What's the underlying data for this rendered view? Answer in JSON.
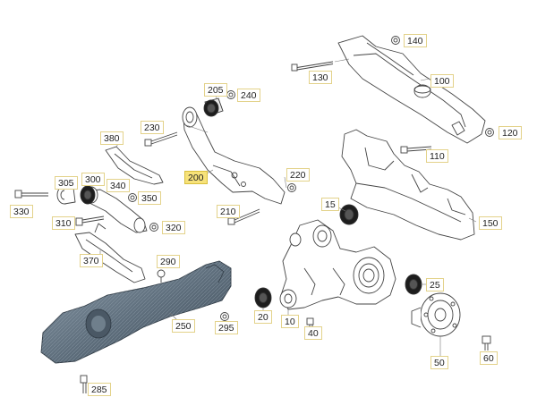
{
  "diagram": {
    "highlight_color": "#f7e27a",
    "callouts": [
      {
        "id": "c140",
        "label": "140"
      },
      {
        "id": "c130",
        "label": "130"
      },
      {
        "id": "c100",
        "label": "100"
      },
      {
        "id": "c205",
        "label": "205"
      },
      {
        "id": "c240",
        "label": "240"
      },
      {
        "id": "c230",
        "label": "230"
      },
      {
        "id": "c120",
        "label": "120"
      },
      {
        "id": "c380",
        "label": "380"
      },
      {
        "id": "c110",
        "label": "110"
      },
      {
        "id": "c200",
        "label": "200",
        "highlighted": true
      },
      {
        "id": "c220",
        "label": "220"
      },
      {
        "id": "c305",
        "label": "305"
      },
      {
        "id": "c300",
        "label": "300"
      },
      {
        "id": "c340",
        "label": "340"
      },
      {
        "id": "c350",
        "label": "350"
      },
      {
        "id": "c330",
        "label": "330"
      },
      {
        "id": "c210",
        "label": "210"
      },
      {
        "id": "c15",
        "label": "15"
      },
      {
        "id": "c150",
        "label": "150"
      },
      {
        "id": "c310",
        "label": "310"
      },
      {
        "id": "c320",
        "label": "320"
      },
      {
        "id": "c370",
        "label": "370"
      },
      {
        "id": "c290",
        "label": "290"
      },
      {
        "id": "c25",
        "label": "25"
      },
      {
        "id": "c20",
        "label": "20"
      },
      {
        "id": "c10",
        "label": "10"
      },
      {
        "id": "c250",
        "label": "250"
      },
      {
        "id": "c295",
        "label": "295"
      },
      {
        "id": "c40",
        "label": "40"
      },
      {
        "id": "c50",
        "label": "50"
      },
      {
        "id": "c60",
        "label": "60"
      },
      {
        "id": "c285",
        "label": "285"
      }
    ]
  }
}
